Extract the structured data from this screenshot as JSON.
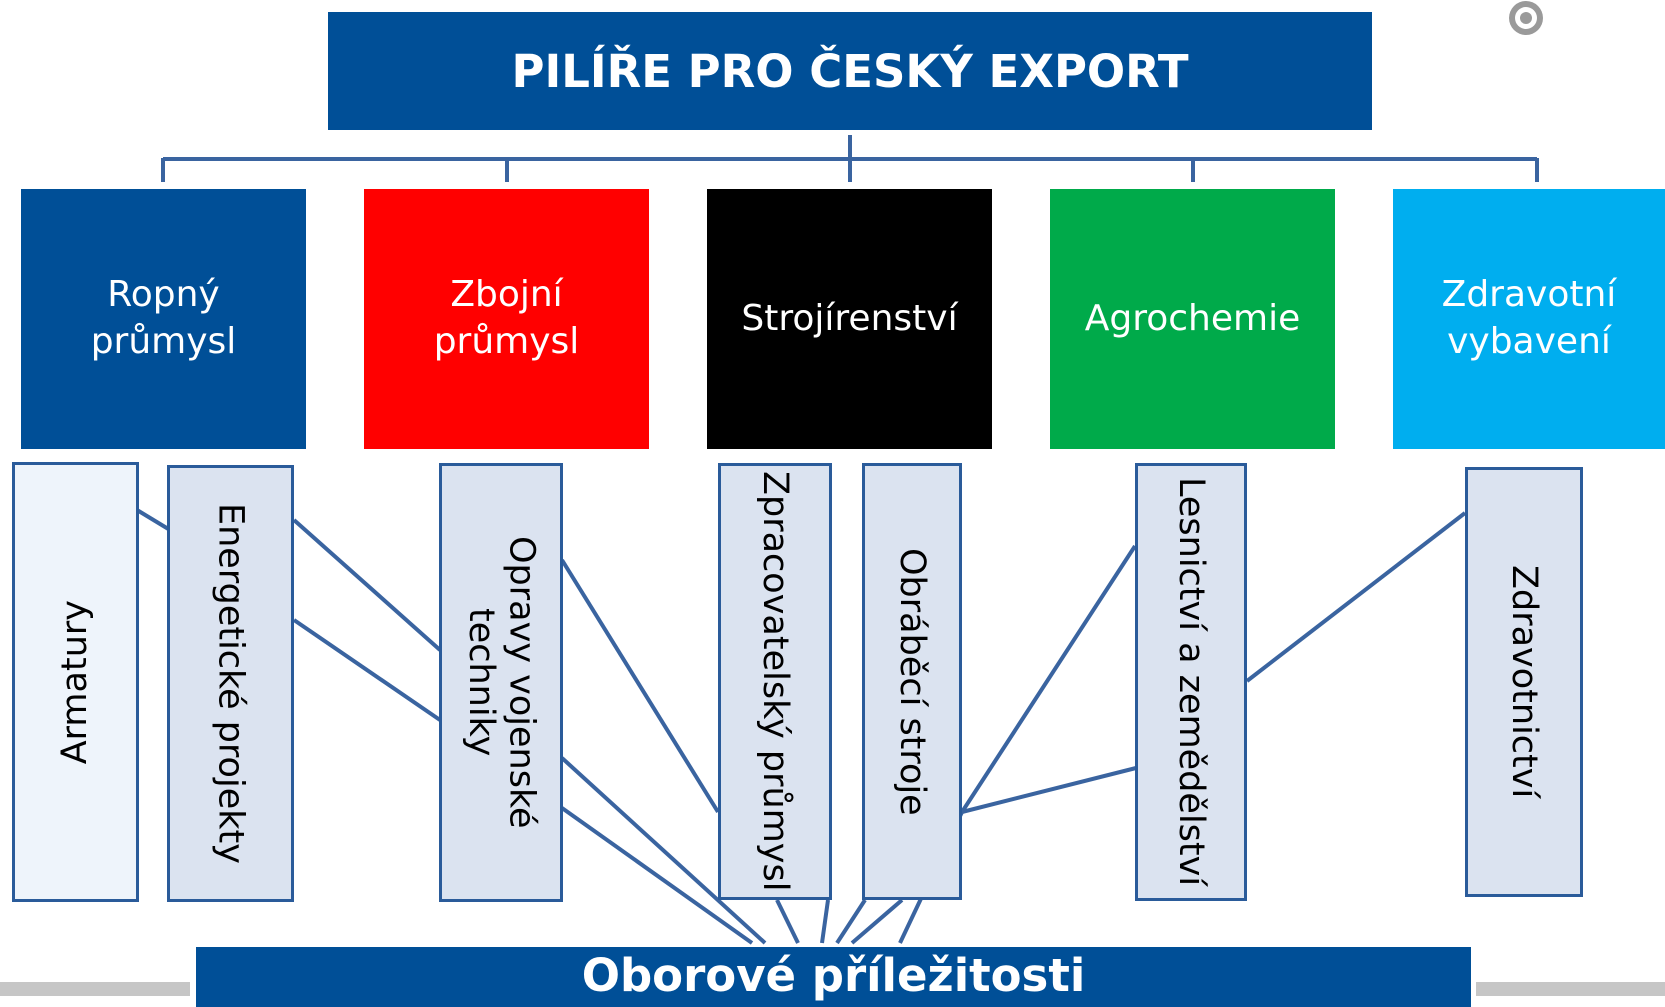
{
  "title": "PILÍŘE PRO ČESKÝ EXPORT",
  "pillars": [
    {
      "label": "Ropný průmysl",
      "color": "#004f97"
    },
    {
      "label": "Zbojní průmysl",
      "color": "#ff0000"
    },
    {
      "label": "Strojírenství",
      "color": "#000000"
    },
    {
      "label": "Agrochemie",
      "color": "#00aa4a"
    },
    {
      "label": "Zdravotní vybavení",
      "color": "#00aeef"
    }
  ],
  "sectors": [
    "Armatury",
    "Energetické projekty",
    "Opravy vojenské techniky",
    "Zpracovatelský průmysl",
    "Obráběcí stroje",
    "Lesnictví a zemědělství",
    "Zdravotnictví"
  ],
  "bottom": "Oborové příležitosti",
  "colors": {
    "connector": "#3a64a0",
    "sector_border": "#2a5b9a",
    "sector_fill": "#dbe3f0",
    "sector_fill_light": "#eef4fb",
    "banner": "#004f97"
  },
  "icon": "target-icon"
}
